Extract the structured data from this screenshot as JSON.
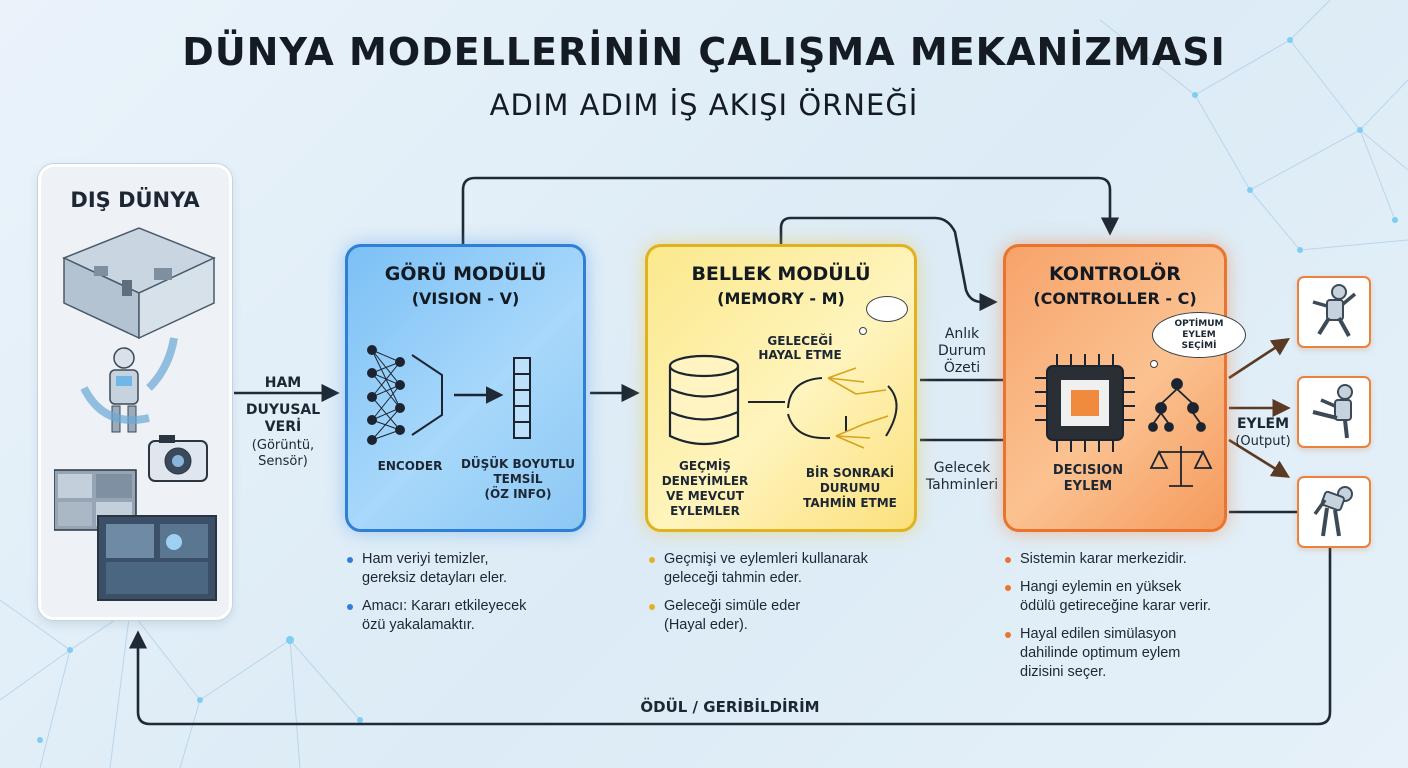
{
  "header": {
    "title": "DÜNYA MODELLERİNİN ÇALIŞMA MEKANİZMASI",
    "subtitle": "ADIM ADIM İŞ AKIŞI ÖRNEĞİ"
  },
  "world": {
    "title": "DIŞ DÜNYA"
  },
  "input_flow": {
    "l1": "HAM",
    "l2": "DUYUSAL",
    "l3": "VERİ",
    "l4": "(Görüntü,",
    "l5": "Sensör)"
  },
  "vision": {
    "title": "GÖRÜ MODÜLÜ",
    "subtitle": "(VISION - V)",
    "encoder": "ENCODER",
    "latent_l1": "DÜŞÜK BOYUTLU",
    "latent_l2": "TEMSİL",
    "latent_l3": "(ÖZ INFO)",
    "bullets": [
      {
        "l1": "Ham veriyi temizler,",
        "l2": "gereksiz detayları eler."
      },
      {
        "l1": "Amacı: Kararı etkileyecek",
        "l2": "özü yakalamaktır."
      }
    ]
  },
  "memory": {
    "title": "BELLEK MODÜLÜ",
    "subtitle": "(MEMORY - M)",
    "imagine_l1": "GELECEĞİ",
    "imagine_l2": "HAYAL ETME",
    "db_l1": "GEÇMİŞ",
    "db_l2": "DENEYİMLER",
    "db_l3": "VE MEVCUT",
    "db_l4": "EYLEMLER",
    "next_l1": "BİR SONRAKİ",
    "next_l2": "DURUMU",
    "next_l3": "TAHMİN ETME",
    "bullets": [
      {
        "l1": "Geçmişi ve eylemleri kullanarak",
        "l2": "geleceği tahmin eder."
      },
      {
        "l1": "Geleceği simüle eder",
        "l2": "(Hayal eder)."
      }
    ]
  },
  "mid_flow": {
    "state_l1": "Anlık",
    "state_l2": "Durum",
    "state_l3": "Özeti",
    "pred_l1": "Gelecek",
    "pred_l2": "Tahminleri"
  },
  "controller": {
    "title": "KONTROLÖR",
    "subtitle": "(CONTROLLER - C)",
    "bubble_l1": "OPTİMUM",
    "bubble_l2": "EYLEM",
    "bubble_l3": "SEÇİMİ",
    "chip_l1": "DECISION",
    "chip_l2": "EYLEM",
    "bullets": [
      {
        "l1": "Sistemin karar merkezidir.",
        "l2": "",
        "l3": ""
      },
      {
        "l1": "Hangi eylemin en yüksek",
        "l2": "ödülü getireceğine karar verir.",
        "l3": ""
      },
      {
        "l1": "Hayal edilen simülasyon",
        "l2": "dahilinde optimum eylem",
        "l3": "dizisini seçer."
      }
    ]
  },
  "output_flow": {
    "l1": "EYLEM",
    "l2": "(Output)"
  },
  "feedback": {
    "label": "ÖDÜL / GERİBİLDİRİM"
  },
  "colors": {
    "vision": "#2f7fd4",
    "memory": "#e0b223",
    "controller": "#e8742f",
    "arrow": "#1f2a36"
  }
}
